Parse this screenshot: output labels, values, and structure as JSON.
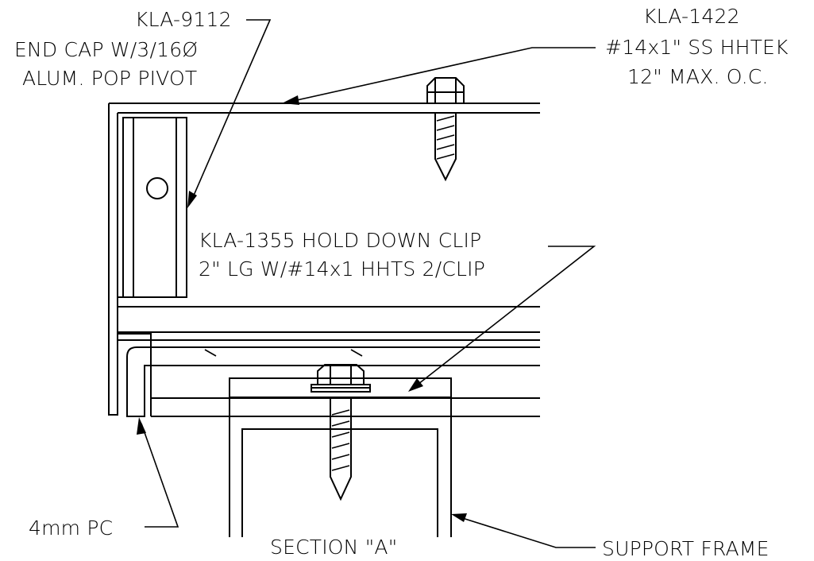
{
  "callouts": {
    "end_cap": {
      "part": "KLA-9112",
      "line1": "END CAP W/3/16Ø",
      "line2": "ALUM. POP PIVOT"
    },
    "screw": {
      "part": "KLA-1422",
      "line1": "#14x1\" SS HHTEK",
      "line2": "12\" MAX. O.C."
    },
    "clip": {
      "line1": "KLA-1355 HOLD DOWN CLIP",
      "line2": "2\" LG W/#14x1 HHTS 2/CLIP"
    },
    "panel": "4mm PC",
    "support": "SUPPORT FRAME",
    "section": "SECTION \"A\""
  }
}
